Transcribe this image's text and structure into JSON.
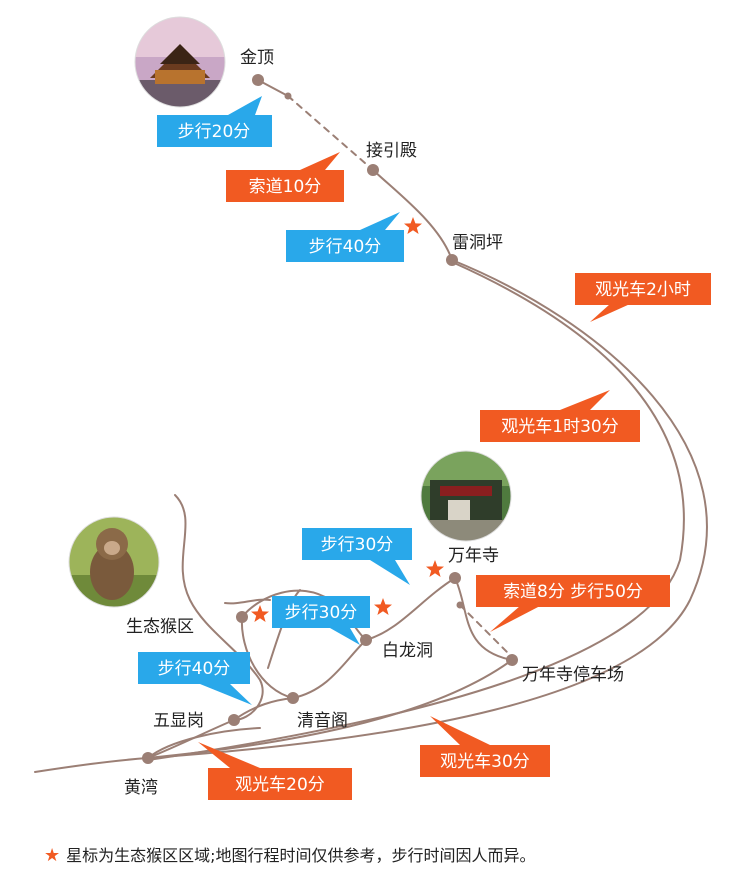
{
  "colors": {
    "route": "#9b7f75",
    "node": "#9b7f75",
    "walk": "#29a8ea",
    "orange": "#f15a22",
    "text": "#222222"
  },
  "places": {
    "jinding": "金顶",
    "jieyindian": "接引殿",
    "leidongping": "雷洞坪",
    "wanniansi": "万年寺",
    "shengtaihouqu": "生态猴区",
    "bailongdong": "白龙洞",
    "wuxiangang": "五显岗",
    "qingyinge": "清音阁",
    "wanniansi_parking": "万年寺停车场",
    "huangwan": "黄湾"
  },
  "labels": {
    "walk20": "步行20分",
    "cable10": "索道10分",
    "walk40_top": "步行40分",
    "bus2h": "观光车2小时",
    "bus1h30": "观光车1时30分",
    "walk30_a": "步行30分",
    "walk30_b": "步行30分",
    "cable8_walk50": "索道8分 步行50分",
    "walk40_bottom": "步行40分",
    "bus30": "观光车30分",
    "bus20": "观光车20分"
  },
  "photos": {
    "temple_top": "golden-temple-photo",
    "wannian_gate": "temple-gate-photo",
    "monkey": "monkey-photo"
  },
  "note": "星标为生态猴区区域;地图行程时间仅供参考，步行时间因人而异。"
}
